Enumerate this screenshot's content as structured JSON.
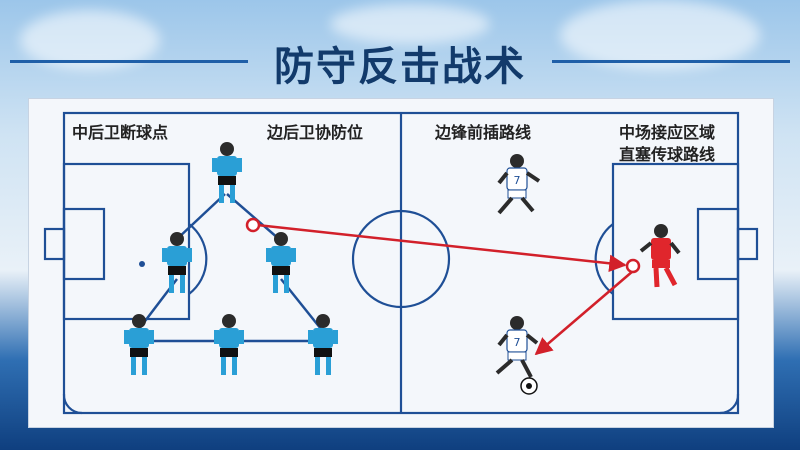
{
  "title": "防守反击战术",
  "labels": {
    "cb_interception": "中后卫断球点",
    "fb_support": "边后卫协防位",
    "winger_run": "边锋前插路线",
    "midfield_zone_line1": "中场接应区域",
    "midfield_zone_line2": "直塞传球路线"
  },
  "colors": {
    "field_line": "#1f4f96",
    "pass_arrow": "#d2202a",
    "defender_shirt": "#2a9fd6",
    "defender_shorts": "#111111",
    "attacker_shirt": "#ffffff",
    "attacker_shorts": "#ffffff",
    "midfielder_shirt": "#e0262c"
  },
  "players": [
    {
      "role": "defender",
      "icon": "defender-player-icon"
    },
    {
      "role": "defender",
      "icon": "defender-player-icon"
    },
    {
      "role": "defender",
      "icon": "defender-player-icon"
    },
    {
      "role": "defender",
      "icon": "defender-player-icon"
    },
    {
      "role": "defender",
      "icon": "defender-player-icon"
    },
    {
      "role": "defender",
      "icon": "defender-player-icon"
    },
    {
      "role": "winger",
      "number": "7",
      "icon": "winger-player-icon"
    },
    {
      "role": "midfielder",
      "icon": "midfielder-player-icon"
    },
    {
      "role": "striker",
      "number": "7",
      "icon": "striker-player-icon"
    }
  ]
}
